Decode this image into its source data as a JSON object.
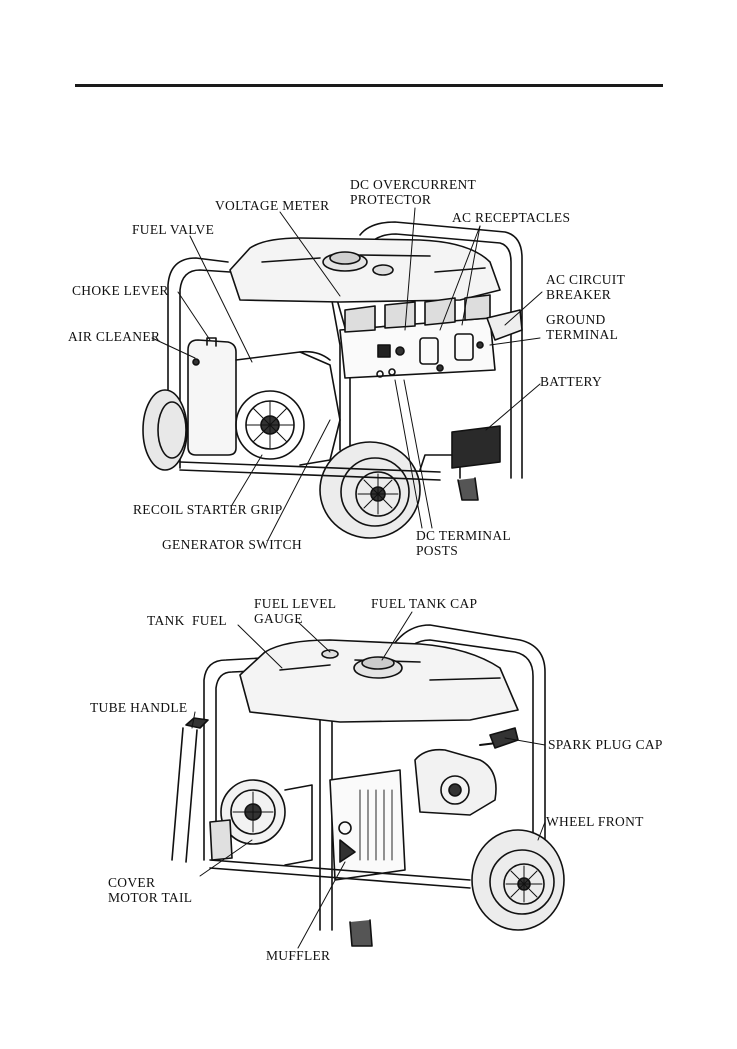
{
  "diagram_top": {
    "labels": {
      "dc_overcurrent_protector": [
        "DC OVERCURRENT",
        "PROTECTOR"
      ],
      "voltage_meter": "VOLTAGE METER",
      "ac_receptacles": "AC RECEPTACLES",
      "fuel_valve": "FUEL VALVE",
      "ac_circuit_breaker": [
        "AC CIRCUIT",
        "BREAKER"
      ],
      "choke_lever": "CHOKE LEVER",
      "ground_terminal": [
        "GROUND",
        "TERMINAL"
      ],
      "air_cleaner": "AIR CLEANER",
      "battery": "BATTERY",
      "recoil_starter_grip": "RECOIL STARTER GRIP",
      "dc_terminal_posts": [
        "DC TERMINAL",
        "POSTS"
      ],
      "generator_switch": "GENERATOR SWITCH"
    }
  },
  "diagram_bottom": {
    "labels": {
      "fuel_level_gauge": [
        "FUEL LEVEL",
        "GAUGE"
      ],
      "fuel_tank_cap": "FUEL TANK CAP",
      "tank_fuel": "TANK  FUEL",
      "tube_handle": "TUBE HANDLE",
      "spark_plug_cap": "SPARK PLUG CAP",
      "wheel_front": "WHEEL FRONT",
      "cover_motor_tail": [
        "COVER",
        "MOTOR TAIL"
      ],
      "muffler": "MUFFLER"
    }
  }
}
